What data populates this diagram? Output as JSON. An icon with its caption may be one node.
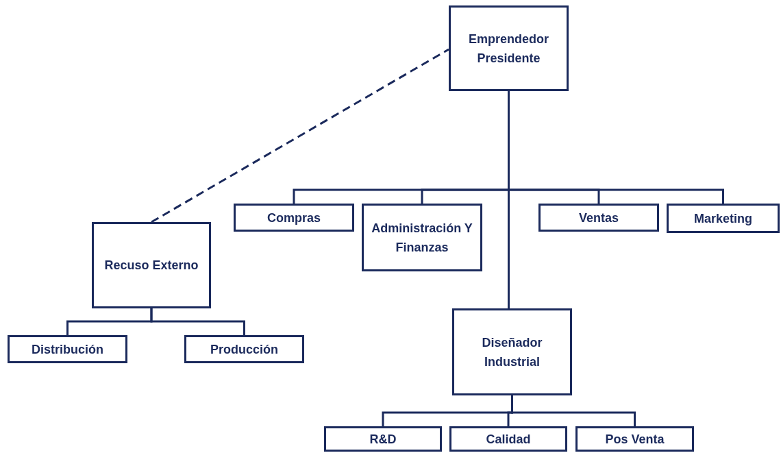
{
  "diagram": {
    "nodes": [
      {
        "text": [
          "Emprendedor Presidente"
        ]
      },
      {
        "text": [
          "Compras"
        ]
      },
      {
        "text": [
          "Administración Y Finanzas"
        ]
      },
      {
        "text": [
          "Ventas"
        ]
      },
      {
        "text": [
          "Marketing"
        ]
      },
      {
        "text": [
          "Recuso Externo"
        ]
      },
      {
        "text": [
          "Distribución"
        ]
      },
      {
        "text": [
          "Producción"
        ]
      },
      {
        "text": [
          "Diseñador Industrial"
        ]
      },
      {
        "text": [
          "R&D"
        ]
      },
      {
        "text": [
          "Calidad"
        ]
      },
      {
        "text": [
          "Pos Venta"
        ]
      }
    ],
    "edges": [
      {
        "from": 0,
        "to": 1,
        "arrow": "none"
      },
      {
        "from": 0,
        "to": 2,
        "arrow": "none"
      },
      {
        "from": 0,
        "to": 3,
        "arrow": "none"
      },
      {
        "from": 0,
        "to": 4,
        "arrow": "none"
      },
      {
        "from": 0,
        "to": 8,
        "arrow": "none"
      },
      {
        "from": 5,
        "to": 0,
        "arrow": "none",
        "style": "dashed"
      },
      {
        "from": 5,
        "to": 6,
        "arrow": "none"
      },
      {
        "from": 5,
        "to": 7,
        "arrow": "none"
      },
      {
        "from": 8,
        "to": 9,
        "arrow": "none"
      },
      {
        "from": 8,
        "to": 10,
        "arrow": "none"
      },
      {
        "from": 8,
        "to": 11,
        "arrow": "none"
      }
    ]
  }
}
